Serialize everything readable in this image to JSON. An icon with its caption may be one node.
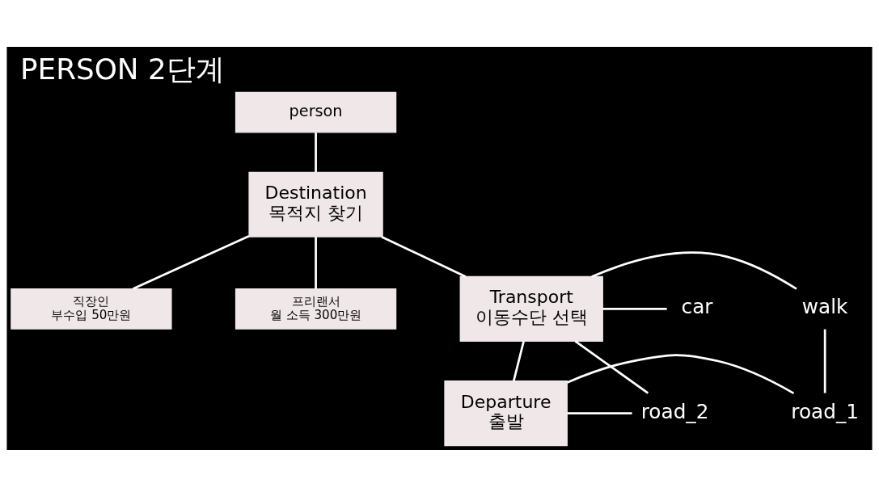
{
  "diagram": {
    "title": "PERSON 2단계",
    "nodes": [
      {
        "text": [
          "person"
        ]
      },
      {
        "text": [
          "Destination",
          "목적지 찾기"
        ]
      },
      {
        "text": [
          "직장인",
          "부수입 50만원"
        ]
      },
      {
        "text": [
          "프리랜서",
          "월 소득 300만원"
        ]
      },
      {
        "text": [
          "Transport",
          "이동수단 선택"
        ]
      },
      {
        "text": [
          "Departure",
          "출발"
        ]
      },
      {
        "text": [
          "walk"
        ]
      },
      {
        "text": [
          "car"
        ]
      },
      {
        "text": [
          "road_1"
        ]
      },
      {
        "text": [
          "road_2"
        ]
      }
    ],
    "edges": [
      {
        "from": 0,
        "to": 1,
        "arrow": "none"
      },
      {
        "from": 1,
        "to": 2,
        "arrow": "none"
      },
      {
        "from": 1,
        "to": 3,
        "arrow": "none"
      },
      {
        "from": 1,
        "to": 4,
        "arrow": "none"
      },
      {
        "from": 4,
        "to": 5,
        "arrow": "none"
      },
      {
        "from": 4,
        "to": 6,
        "arrow": "none"
      },
      {
        "from": 6,
        "to": 8,
        "arrow": "none"
      },
      {
        "from": 5,
        "to": 8,
        "arrow": "none"
      },
      {
        "from": 4,
        "to": 7,
        "arrow": "none"
      },
      {
        "from": 4,
        "to": 9,
        "arrow": "none"
      },
      {
        "from": 5,
        "to": 9,
        "arrow": "none"
      }
    ]
  }
}
